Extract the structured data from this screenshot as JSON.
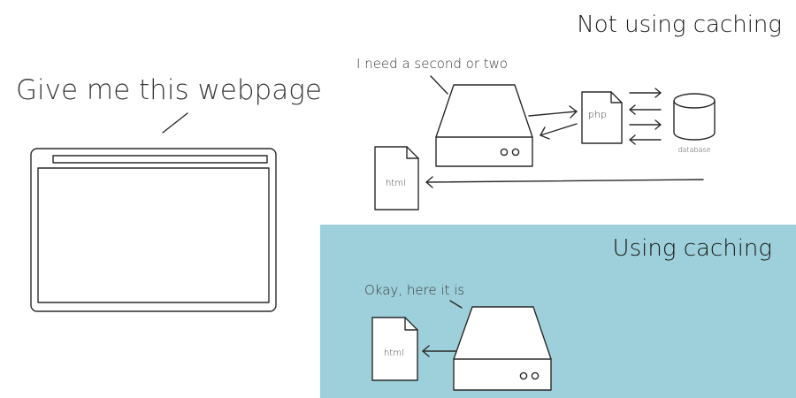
{
  "request": {
    "text": "Give me this webpage"
  },
  "no_cache": {
    "title": "Not using caching",
    "server_caption": "I need a second or two",
    "php_label": "php",
    "database_label": "database",
    "html_label": "html"
  },
  "cache": {
    "title": "Using caching",
    "server_caption": "Okay, here it is",
    "html_label": "html"
  },
  "colors": {
    "cache_panel": "#9dd0da",
    "stroke": "#2a2a2a"
  }
}
